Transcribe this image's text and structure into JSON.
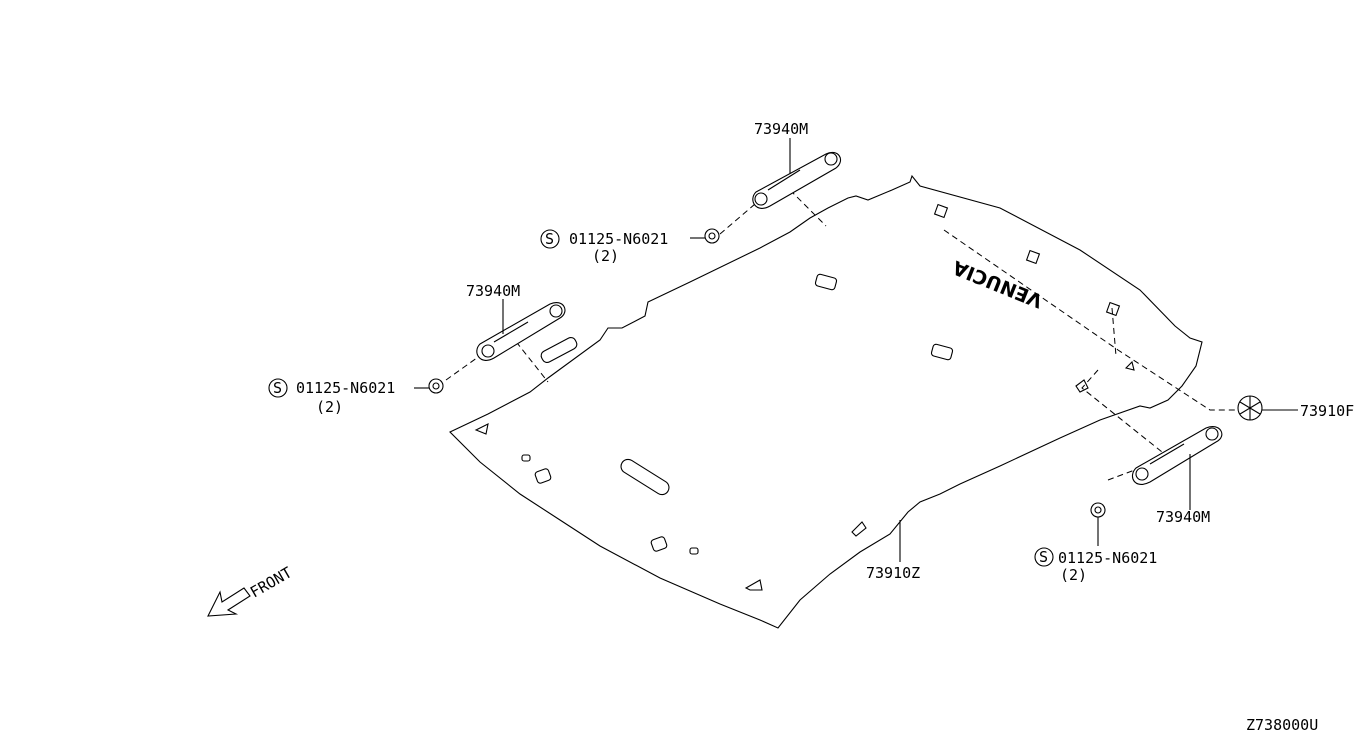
{
  "diagram_code": "Z738000U",
  "labels": {
    "assist_grip_top": "73940M",
    "assist_grip_left": "73940M",
    "assist_grip_right": "73940M",
    "screw_top": "01125-N6021",
    "screw_top_qty": "(2)",
    "screw_left": "01125-N6021",
    "screw_left_qty": "(2)",
    "screw_right": "01125-N6021",
    "screw_right_qty": "(2)",
    "clip": "73910F",
    "headlining": "73910Z",
    "front": "FRONT",
    "standard_symbol": "S"
  },
  "headlining_print": "VENUCIA",
  "icons": {
    "standard_part": "circled-s-icon",
    "front_arrow": "front-arrow-icon"
  }
}
